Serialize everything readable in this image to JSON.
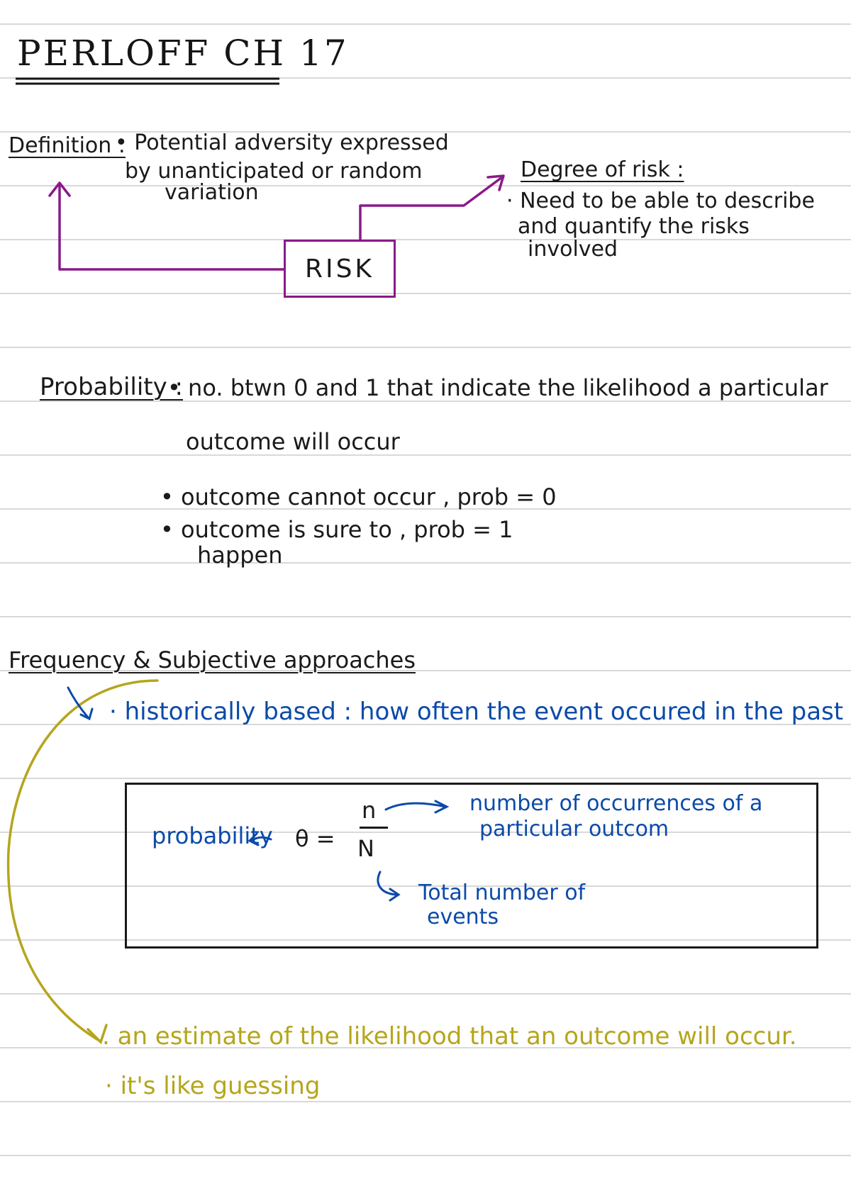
{
  "title": "PERLOFF CH 17",
  "risk": {
    "box_label": "RISK",
    "definition_label": "Definition :",
    "definition_text": [
      "• Potential adversity expressed",
      "by unanticipated or random",
      "variation"
    ],
    "degree_label": "Degree of risk :",
    "degree_text": [
      "· Need to be able to describe",
      "and quantify the risks",
      "involved"
    ]
  },
  "probability": {
    "label": "Probability :",
    "line1": "• no. btwn 0 and 1 that indicate the likelihood a particular",
    "line2": "outcome will occur",
    "bullet1": "• outcome cannot occur , prob = 0",
    "bullet2": "• outcome is sure to , prob = 1",
    "bullet2_cont": "happen"
  },
  "approaches": {
    "heading": "Frequency & Subjective approaches",
    "historical": "· historically based : how often the event occured in the past",
    "formula": {
      "left_label": "probability",
      "lhs": "θ =",
      "numerator": "n",
      "denominator": "N",
      "numerator_note": [
        "number of occurrences of a",
        "particular outcom"
      ],
      "denominator_note": [
        "Total number of",
        "events"
      ]
    },
    "subjective": [
      ". an estimate of the likelihood that an outcome will occur.",
      "· it's like guessing"
    ]
  },
  "colors": {
    "ink": "#1a1a1a",
    "risk_arrows": "#8a1a8a",
    "blue_ink": "#0b4aa8",
    "olive_ink": "#b5a51c",
    "ruled_lines": "#d9d9d9"
  }
}
